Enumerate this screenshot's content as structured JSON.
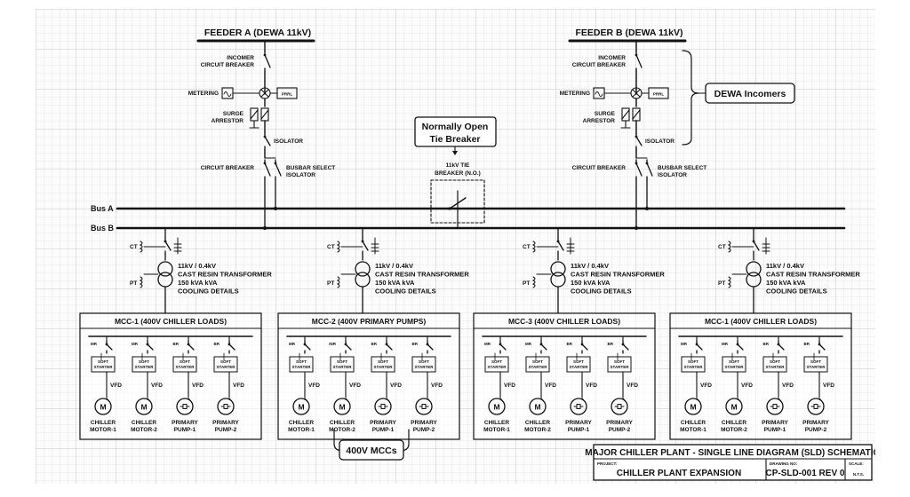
{
  "feeders": [
    {
      "title": "FEEDER A (DEWA 11kV)"
    },
    {
      "title": "FEEDER B (DEWA 11kV)"
    }
  ],
  "incomer_labels": {
    "incomer_l1": "INCOMER",
    "incomer_l2": "CIRCUIT BREAKER",
    "metering": "METERING",
    "prrl": "PRRL",
    "surge_l1": "SURGE",
    "surge_l2": "ARRESTOR",
    "isolator": "ISOLATOR",
    "circuit_breaker": "CIRCUIT BREAKER",
    "busbar_l1": "BUSBAR SELECT",
    "busbar_l2": "ISOLATOR"
  },
  "callouts": {
    "dewa_incomers": "DEWA Incomers",
    "normally_open_l1": "Normally Open",
    "normally_open_l2": "Tie Breaker",
    "mccs": "400V MCCs"
  },
  "tie": {
    "label_l1": "11kV TIE",
    "label_l2": "BREAKER (N.O.)"
  },
  "buses": {
    "a": "Bus A",
    "b": "Bus B"
  },
  "transformer": {
    "ct": "CT",
    "pt": "PT",
    "lines": [
      "11kV / 0.4kV",
      "CAST RESIN TRANSFORMER",
      "150 kVA kVA",
      "COOLING DETAILS"
    ]
  },
  "mccs": [
    {
      "title": "MCC-1 (400V CHILLER LOADS)",
      "loads": [
        {
          "tag": "MR",
          "starter": "SOFT STARTER",
          "drive": "VFD",
          "kind": "motor",
          "name_l1": "CHILLER",
          "name_l2": "MOTOR-1"
        },
        {
          "tag": "MR",
          "starter": "SOFT STARTER",
          "drive": "VFD",
          "kind": "motor",
          "name_l1": "CHILLER",
          "name_l2": "MOTOR-2"
        },
        {
          "tag": "BR",
          "starter": "SOFT STARTER",
          "drive": "VFD",
          "kind": "pump",
          "name_l1": "PRIMARY",
          "name_l2": "PUMP-1"
        },
        {
          "tag": "BR",
          "starter": "SOFT STARTER",
          "drive": "VFD",
          "kind": "pump",
          "name_l1": "PRIMARY",
          "name_l2": "PUMP-2"
        }
      ]
    },
    {
      "title": "MCC-2 (400V PRIMARY PUMPS)",
      "loads": [
        {
          "tag": "MR",
          "starter": "SOFT STARTER",
          "drive": "VFD",
          "kind": "motor",
          "name_l1": "CHILLER",
          "name_l2": "MOTOR-1"
        },
        {
          "tag": "INR",
          "starter": "SOFT STARTER",
          "drive": "VFD",
          "kind": "motor",
          "name_l1": "CHILLER",
          "name_l2": "MOTOR-2"
        },
        {
          "tag": "BR",
          "starter": "SOFT STARTER",
          "drive": "VFD",
          "kind": "pump",
          "name_l1": "PRIMARY",
          "name_l2": "PUMP-1"
        },
        {
          "tag": "BR",
          "starter": "SOFT STARTER",
          "drive": "VFD",
          "kind": "pump",
          "name_l1": "PRIMARY",
          "name_l2": "PUMP-2"
        }
      ]
    },
    {
      "title": "MCC-3 (400V CHILLER LOADS)",
      "loads": [
        {
          "tag": "MR",
          "starter": "SOFT STARTER",
          "drive": "VFD",
          "kind": "motor",
          "name_l1": "CHILLER",
          "name_l2": "MOTOR-1"
        },
        {
          "tag": "MR",
          "starter": "SOFT STARTER",
          "drive": "VFD",
          "kind": "motor",
          "name_l1": "CHILLER",
          "name_l2": "MOTOR-2"
        },
        {
          "tag": "BR",
          "starter": "SOFT STARTER",
          "drive": "VFD",
          "kind": "pump",
          "name_l1": "PRIMARY",
          "name_l2": "PUMP-1"
        },
        {
          "tag": "BR",
          "starter": "SOFT STARTER",
          "drive": "VFD",
          "kind": "pump",
          "name_l1": "PRIMARY",
          "name_l2": "PUMP-2"
        }
      ]
    },
    {
      "title": "MCC-1 (400V CHILLER LOADS)",
      "loads": [
        {
          "tag": "MR",
          "starter": "SOFT STARTER",
          "drive": "VFD",
          "kind": "motor",
          "name_l1": "CHILLER",
          "name_l2": "MOTOR-1"
        },
        {
          "tag": "MR",
          "starter": "SOFT STARTER",
          "drive": "VFD",
          "kind": "motor",
          "name_l1": "CHILLER",
          "name_l2": "MOTOR-2"
        },
        {
          "tag": "BR",
          "starter": "SOFT STARTER",
          "drive": "VFD",
          "kind": "pump",
          "name_l1": "PRIMARY",
          "name_l2": "PUMP-1"
        },
        {
          "tag": "BR",
          "starter": "SOFT STARTER",
          "drive": "VFD",
          "kind": "pump",
          "name_l1": "PRIMARY",
          "name_l2": "PUMP-2"
        }
      ]
    }
  ],
  "title_block": {
    "title": "MAJOR CHILLER PLANT - SINGLE LINE DIAGRAM (SLD) SCHEMATIC",
    "project_label": "PROJECT:",
    "project": "CHILLER PLANT EXPANSION",
    "drawing_label": "DRAWING NO:",
    "drawing": "CP-SLD-001 REV 0",
    "scale_label": "SCALE:",
    "scale": "N.T.S."
  }
}
